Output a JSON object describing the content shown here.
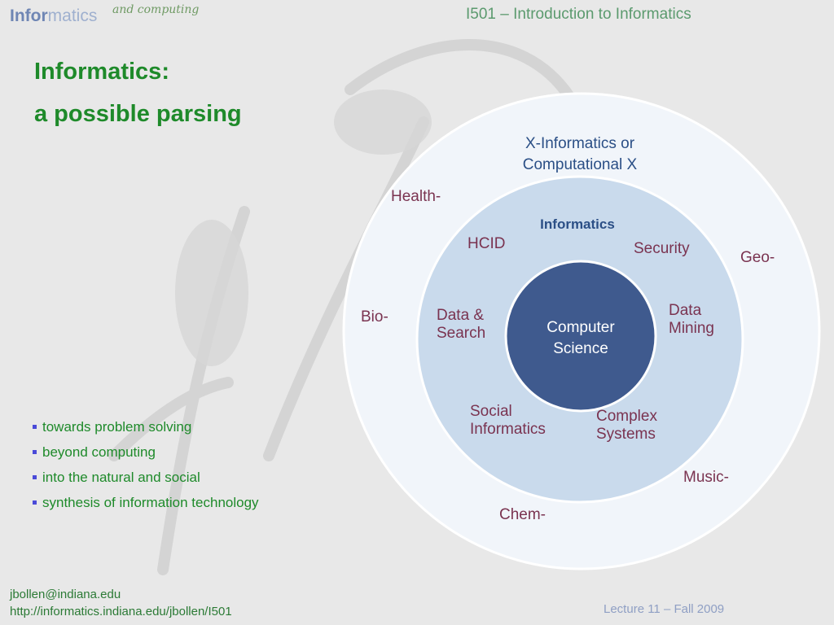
{
  "header": {
    "logo_part1": "Infor",
    "logo_part2": "matics",
    "logo_tagline": "and computing",
    "course_title": "I501 – Introduction to Informatics"
  },
  "slide": {
    "title_line1": "Informatics:",
    "title_line2": "a possible parsing",
    "bullets": [
      "towards problem solving",
      "beyond computing",
      "into the natural and social",
      "synthesis of information technology"
    ]
  },
  "diagram": {
    "outer_ring_title_line1": "X-Informatics or",
    "outer_ring_title_line2": "Computational X",
    "outer_prefixes": [
      "Health-",
      "Geo-",
      "Bio-",
      "Music-",
      "Chem-"
    ],
    "middle_ring_title": "Informatics",
    "middle_ring_fields": {
      "hcid": "HCID",
      "security": "Security",
      "data_search_line1": "Data &",
      "data_search_line2": "Search",
      "data_mining_line1": "Data",
      "data_mining_line2": "Mining",
      "social_line1": "Social",
      "social_line2": "Informatics",
      "complex_line1": "Complex",
      "complex_line2": "Systems"
    },
    "core_line1": "Computer",
    "core_line2": "Science"
  },
  "footer": {
    "email": "jbollen@indiana.edu",
    "url": "http://informatics.indiana.edu/jbollen/I501",
    "lecture": "Lecture 11 – Fall 2009"
  },
  "colors": {
    "title_green": "#1e8a2a",
    "outer_disc": "#eef3f9",
    "middle_disc": "#c9daec",
    "core_disc": "#3f5a8e",
    "field_text": "#7a3350",
    "ring_text": "#2b4f86"
  }
}
